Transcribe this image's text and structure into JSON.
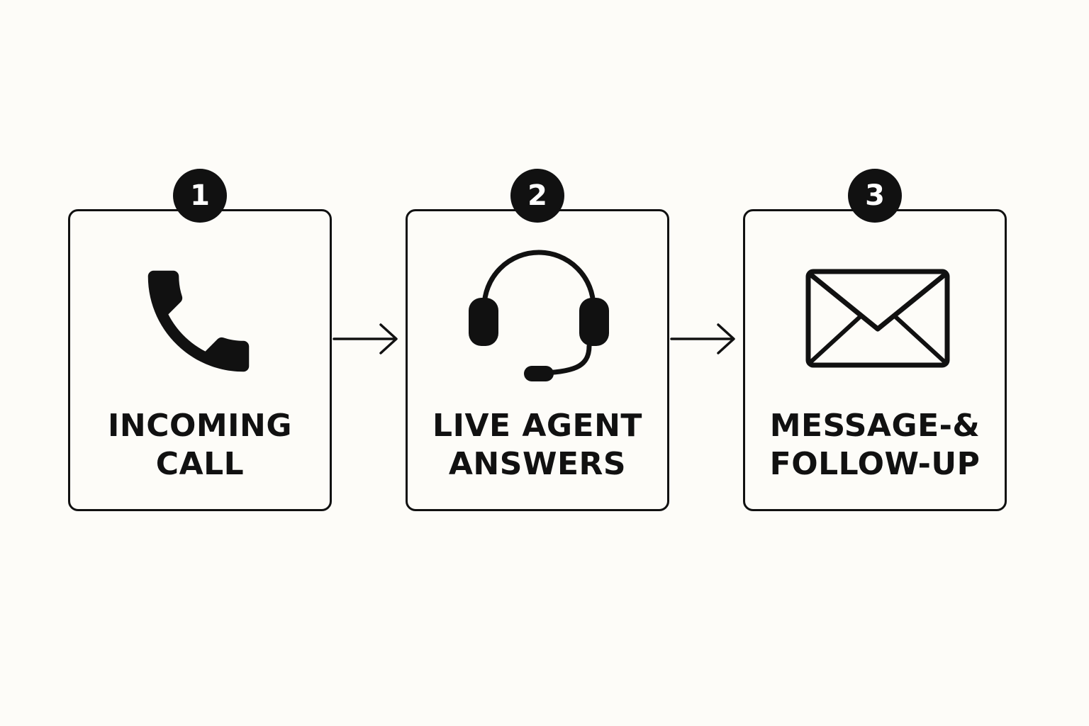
{
  "steps": [
    {
      "number": "1",
      "icon": "phone-icon",
      "label_line1": "INCOMING",
      "label_line2": "CALL"
    },
    {
      "number": "2",
      "icon": "headset-icon",
      "label_line1": "LIVE AGENT",
      "label_line2": "ANSWERS"
    },
    {
      "number": "3",
      "icon": "envelope-icon",
      "label_line1": "MESSAGE-&",
      "label_line2": "FOLLOW-UP"
    }
  ],
  "colors": {
    "background": "#fdfcf8",
    "ink": "#111111",
    "badge_text": "#ffffff"
  }
}
